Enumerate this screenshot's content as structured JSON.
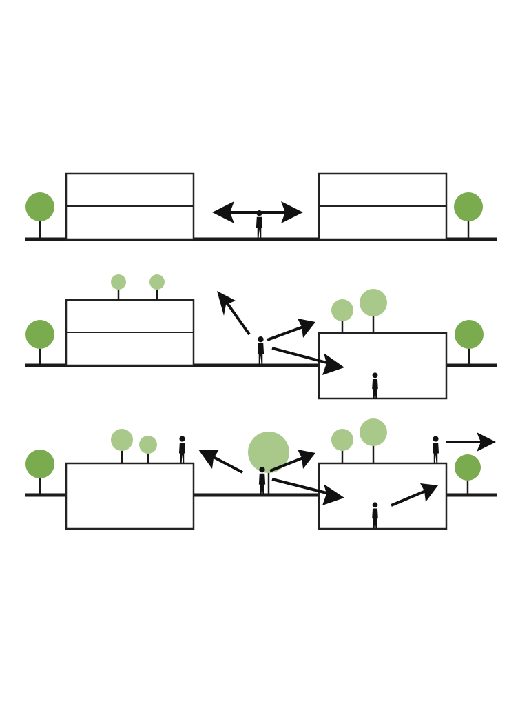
{
  "figure": {
    "rows": [
      {
        "id": "row-1",
        "label": ""
      },
      {
        "id": "row-2",
        "label": ""
      },
      {
        "id": "row-3",
        "label": ""
      }
    ]
  },
  "colors": {
    "background": "#ffffff",
    "line": "#1a1a1a",
    "tree_dark": "#7aab4f",
    "tree_light": "#a9c98a",
    "person": "#111111"
  },
  "icons": {
    "tree": "tree-icon",
    "person": "person-icon",
    "arrow": "arrow-icon"
  }
}
